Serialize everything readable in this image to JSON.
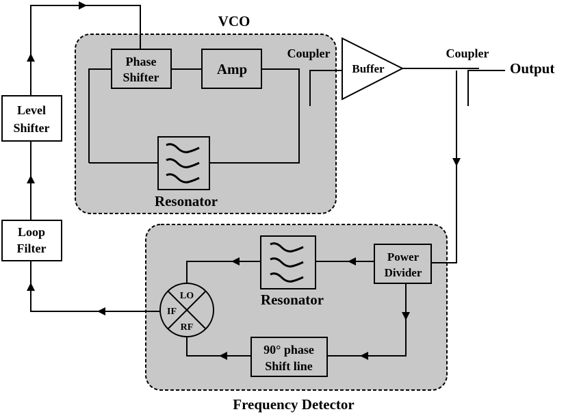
{
  "colors": {
    "region_fill": "#c8c8c8",
    "block_fill": "#c8c8c8",
    "stroke": "#000000",
    "background": "#ffffff"
  },
  "regions": {
    "vco": {
      "title": "VCO"
    },
    "frequency_detector": {
      "title": "Frequency Detector"
    }
  },
  "blocks": {
    "phase_shifter": {
      "line1": "Phase",
      "line2": "Shifter"
    },
    "amp": {
      "label": "Amp"
    },
    "vco_resonator": {
      "label": "Resonator",
      "icon": "bandpass-filter-icon"
    },
    "buffer": {
      "label": "Buffer"
    },
    "level_shifter": {
      "line1": "Level",
      "line2": "Shifter"
    },
    "loop_filter": {
      "line1": "Loop",
      "line2": "Filter"
    },
    "power_divider": {
      "line1": "Power",
      "line2": "Divider"
    },
    "fd_resonator": {
      "label": "Resonator",
      "icon": "bandpass-filter-icon"
    },
    "phase_shift_line": {
      "line1": "90° phase",
      "line2": "Shift line"
    },
    "mixer": {
      "lo": "LO",
      "if": "IF",
      "rf": "RF",
      "icon": "mixer-icon"
    }
  },
  "labels": {
    "coupler_1": "Coupler",
    "coupler_2": "Coupler",
    "output": "Output"
  }
}
